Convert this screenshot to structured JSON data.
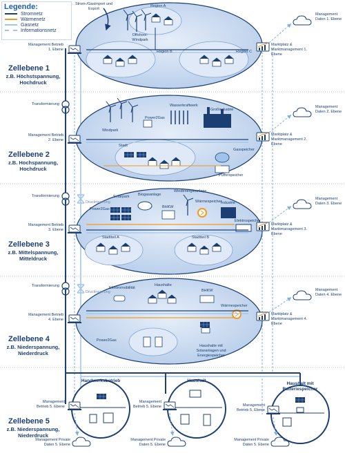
{
  "legend": {
    "title": "Legende:",
    "items": [
      {
        "label": "Stromnetz",
        "color": "#1b3f73",
        "style": "solid"
      },
      {
        "label": "Wärmenetz",
        "color": "#f39a1e",
        "style": "solid"
      },
      {
        "label": "Gasnetz",
        "color": "#9fc3ea",
        "style": "solid"
      },
      {
        "label": "Informationsnetz",
        "color": "#9fc3ea",
        "style": "dashed"
      }
    ]
  },
  "levels": [
    {
      "title": "Zellebene 1",
      "subtitle": "z.B. Höchstspannung, Hochdruck",
      "mgmt": "Management Betrieb 1. Ebene",
      "market": "Marktplatz & Marktmanagement 1. Ebene",
      "data": "Management Daten 1. Ebene"
    },
    {
      "title": "Zellebene 2",
      "subtitle": "z.B. Hochspannung, Hochdruck",
      "mgmt": "Management Betrieb 2. Ebene",
      "market": "Marktplatz & Marktmanagement 2. Ebene",
      "data": "Management Daten 2. Ebene"
    },
    {
      "title": "Zellebene 3",
      "subtitle": "z.B. Mittelspannung, Mitteldruck",
      "mgmt": "Management Betrieb 3. Ebene",
      "market": "Marktplatz & Marktmanagement 3. Ebene",
      "data": "Management Daten 3. Ebene"
    },
    {
      "title": "Zellebene 4",
      "subtitle": "z.B. Niederspannung, Niederdruck",
      "mgmt": "Management Betrieb 4. Ebene",
      "market": "Marktplatz & Marktmanagement 4. Ebene",
      "data": "Management Daten 4. Ebene"
    },
    {
      "title": "Zellebene 5",
      "subtitle": "z.B. Niederspannung, Niederdruck"
    }
  ],
  "transform": {
    "label": "Transformierung",
    "gas": "Druckregelung"
  },
  "cell1": {
    "import": "Strom-/Gasimport und Export",
    "region_a": "Region A",
    "region_b": "Region B",
    "region_c": "Region C",
    "offshore": "Offshore-Windpark"
  },
  "cell2": {
    "wasser": "Wasserkraftwerk",
    "industrie": "Großindustrie",
    "windpark": "Windpark",
    "p2g": "Power2Gas",
    "stadt": "Stadt",
    "gasspeicher": "Gasspeicher",
    "puffer": "Pufferspeicher"
  },
  "cell3": {
    "solar": "Solarpark",
    "biogas": "Biogasanlage",
    "bhkw": "BHKW",
    "wind": "Windenergieanlage",
    "waerme": "Wärmespeicher",
    "p2g": "Power2Gas",
    "elektro": "Elektrospeicher",
    "industrie": "Industrie",
    "stadtteil_a": "Stadtteil A",
    "stadtteil_b": "Stadtteil B"
  },
  "cell4": {
    "emob": "Elektromobilität",
    "haushalte": "Haushalte",
    "bhkw": "BHKW",
    "waerme": "Wärmespeicher",
    "p2g": "Power2Gas",
    "haushalte_solar": "Haushalte mit Solaranlagen und Energiespeicher"
  },
  "cell5": {
    "cells": [
      {
        "title": "Handwerksbetrieb",
        "mgmt": "Management Betrieb 5. Ebene",
        "data": "Management Private Daten 5. Ebene"
      },
      {
        "title": "Haushalt",
        "mgmt": "Management Betrieb 5. Ebene",
        "data": "Management Private Daten 5. Ebene"
      },
      {
        "title": "Haushalt mit Batteriespeicher",
        "mgmt": "Management Betrieb 5. Ebene",
        "data": "Management Private Daten 5. Ebene"
      }
    ]
  },
  "colors": {
    "strom": "#1b3f73",
    "waerme": "#f39a1e",
    "gas": "#9fc3ea",
    "cell_fill": "#c4d7ef",
    "cell_inner": "#dfe9f7",
    "accent": "#1b5fb4"
  }
}
